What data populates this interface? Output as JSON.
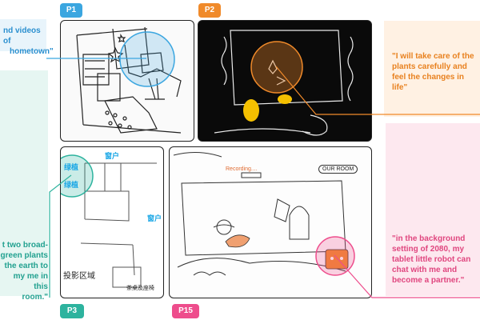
{
  "tags": {
    "p1": {
      "label": "P1",
      "color": "#3ba6e0"
    },
    "p2": {
      "label": "P2",
      "color": "#f08a2a"
    },
    "p3": {
      "label": "P3",
      "color": "#2db39e"
    },
    "p15": {
      "label": "P15",
      "color": "#ee4d8c"
    }
  },
  "quotes": {
    "q1": {
      "lines": [
        "nd videos of",
        "hometown\""
      ],
      "color": "#2a8fcf",
      "bg": "#e8f4fb"
    },
    "q2": {
      "lines": [
        "\"I will take care of the",
        "plants carefully and",
        "feel the changes in",
        "life\""
      ],
      "color": "#e8811f",
      "bg": "#fff1e3"
    },
    "q3": {
      "lines": [
        "t two broad-",
        "green plants",
        "the earth to",
        "my me in this",
        "room.\""
      ],
      "color": "#22a190",
      "bg": "#e6f6f2"
    },
    "q4": {
      "lines": [
        "\"in the background",
        "setting of 2080, my",
        "tablet little robot can",
        "chat with me and",
        "become a partner.\""
      ],
      "color": "#e0467f",
      "bg": "#fde8ef"
    }
  },
  "p3_labels": {
    "l1": "绿植",
    "l2": "窗户",
    "l3": "绿植",
    "l4": "窗户",
    "l5": "投影区域",
    "l6": "茶桌及座椅"
  },
  "p15_labels": {
    "recording": "Recording....",
    "our_room": "OUR ROOM"
  }
}
